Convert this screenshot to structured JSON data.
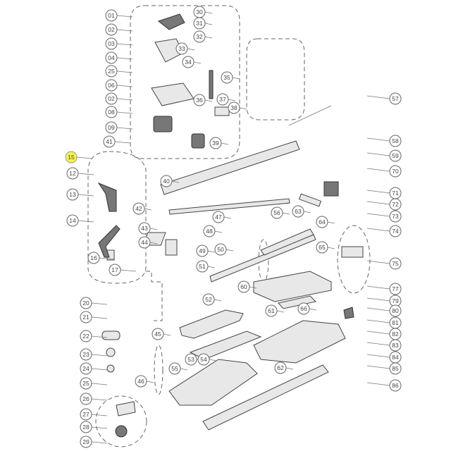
{
  "diagram": {
    "title": "Exploded parts diagram",
    "highlight_color": "#f7f34a",
    "highlighted_label": "15",
    "callouts": [
      "01",
      "02",
      "03",
      "04",
      "25",
      "06",
      "02",
      "08",
      "09",
      "30",
      "31",
      "32",
      "33",
      "34",
      "35",
      "36",
      "37",
      "38",
      "39",
      "57",
      "58",
      "59",
      "70",
      "71",
      "72",
      "73",
      "74",
      "75",
      "77",
      "79",
      "80",
      "81",
      "82",
      "83",
      "84",
      "85",
      "86",
      "41",
      "15",
      "12",
      "13",
      "14",
      "42",
      "16",
      "17",
      "40",
      "43",
      "47",
      "44",
      "48",
      "49",
      "50",
      "51",
      "56",
      "63",
      "64",
      "65",
      "60",
      "61",
      "66",
      "52",
      "45",
      "53",
      "54",
      "55",
      "62",
      "46",
      "20",
      "21",
      "22",
      "23",
      "24",
      "25",
      "26",
      "27",
      "28",
      "29"
    ]
  }
}
